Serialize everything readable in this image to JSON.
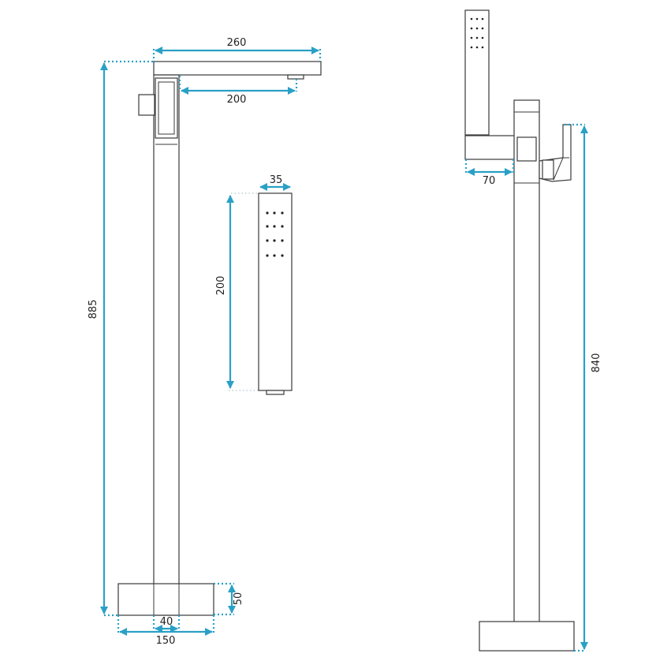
{
  "colors": {
    "dimension": "#2aa0c6",
    "outline": "#3a3a3a",
    "background": "#ffffff"
  },
  "dimensions": {
    "spout_length": "260",
    "spout_reach": "200",
    "total_height_front": "885",
    "handshower_width": "35",
    "handshower_length": "200",
    "base_height": "50",
    "column_width": "40",
    "base_width": "150",
    "holder_depth": "70",
    "total_height_side": "840"
  }
}
